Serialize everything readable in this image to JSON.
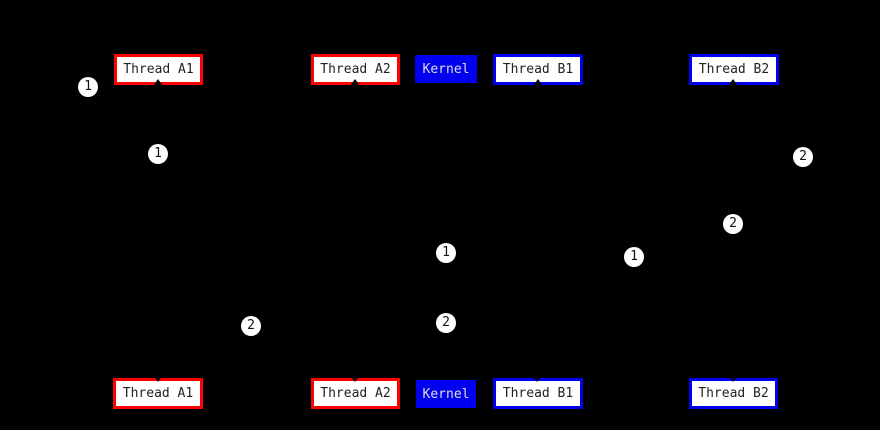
{
  "colors": {
    "background": "#000000",
    "thread_a_border": "#ff0000",
    "thread_b_border": "#0000ee",
    "kernel_bg": "#0000ee",
    "box_bg": "#ffffff",
    "box_text": "#222222",
    "kernel_text": "#dddddd",
    "marker_bg": "#ffffff",
    "marker_text": "#111111"
  },
  "boxes": {
    "top": [
      {
        "label": "Thread A1"
      },
      {
        "label": "Thread A2"
      },
      {
        "label": "Kernel"
      },
      {
        "label": "Thread B1"
      },
      {
        "label": "Thread B2"
      }
    ],
    "bottom": [
      {
        "label": "Thread A1"
      },
      {
        "label": "Thread A2"
      },
      {
        "label": "Kernel"
      },
      {
        "label": "Thread B1"
      },
      {
        "label": "Thread B2"
      }
    ]
  },
  "markers": [
    {
      "label": "1"
    },
    {
      "label": "1"
    },
    {
      "label": "2"
    },
    {
      "label": "2"
    },
    {
      "label": "1"
    },
    {
      "label": "1"
    },
    {
      "label": "2"
    },
    {
      "label": "2"
    }
  ]
}
